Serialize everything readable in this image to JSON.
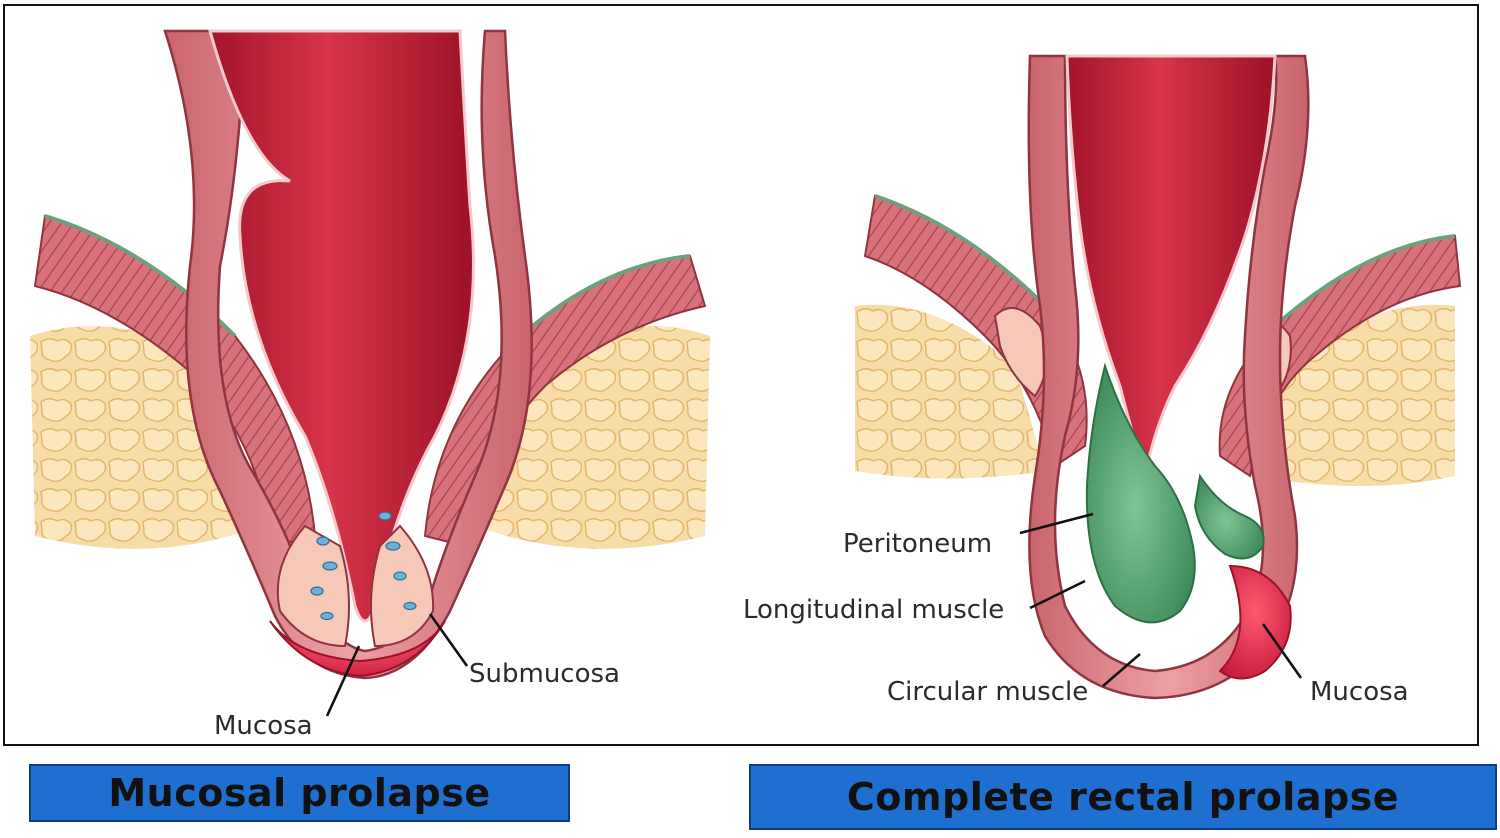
{
  "panels": [
    {
      "caption": "Mucosal prolapse",
      "labels": {
        "mucosa": "Mucosa",
        "submucosa": "Submucosa"
      }
    },
    {
      "caption": "Complete rectal prolapse",
      "labels": {
        "peritoneum": "Peritoneum",
        "longitudinal_muscle": "Longitudinal muscle",
        "circular_muscle": "Circular muscle",
        "mucosa": "Mucosa"
      }
    }
  ],
  "colors": {
    "rectum_lumen": "#c8283c",
    "tissue_wall": "#e58a8f",
    "muscle_dark": "#b94a55",
    "fat": "#f7dca7",
    "fat_outline": "#e2b46a",
    "serosa_green": "#6f9f7f",
    "peritoneal_sac": "#4f9d6c",
    "vessels": "#6fb0d6",
    "caption_bg": "#1f6fd1"
  }
}
